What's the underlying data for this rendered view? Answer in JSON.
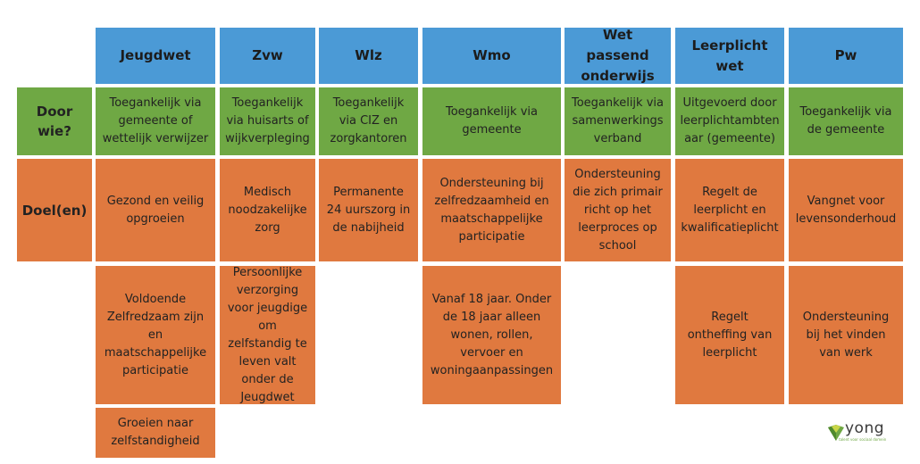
{
  "headers": [
    "Jeugdwet",
    "Zvw",
    "Wlz",
    "Wmo",
    "Wet passend onderwijs",
    "Leerplicht wet",
    "Pw"
  ],
  "row_labels": {
    "door_wie": "Door wie?",
    "doelen": "Doel(en)"
  },
  "door_wie": [
    "Toegankelijk via gemeente of wettelijk verwijzer",
    "Toegankelijk via huisarts of wijkverpleging",
    "Toegankelijk via CIZ en zorgkantoren",
    "Toegankelijk via gemeente",
    "Toegankelijk via samenwerkings verband",
    "Uitgevoerd door leerplichtambten aar (gemeente)",
    "Toegankelijk via de gemeente"
  ],
  "doelen_1": [
    "Gezond en veilig opgroeien",
    "Medisch noodzakelijke zorg",
    "Permanente 24 uurszorg in de nabijheid",
    "Ondersteuning bij zelfredzaamheid en maatschappelijke participatie",
    "Ondersteuning die zich primair richt op het leerproces op school",
    "Regelt de leerplicht en kwalificatieplicht",
    "Vangnet voor levensonderhoud"
  ],
  "doelen_2": {
    "jeugdwet": "Voldoende Zelfredzaam zijn en maatschappelijke participatie",
    "zvw": "Persoonlijke verzorging voor jeugdige om zelfstandig te leven valt onder de Jeugdwet",
    "wmo": "Vanaf 18 jaar. Onder de 18 jaar alleen wonen, rollen, vervoer en woningaanpassingen",
    "leerplicht": "Regelt ontheffing van leerplicht",
    "pw": "Ondersteuning bij het vinden van werk"
  },
  "doelen_3": {
    "jeugdwet": "Groeien naar zelfstandigheid"
  },
  "logo": {
    "name": "yong",
    "tagline": "talent voor sociaal domein"
  },
  "colors": {
    "header": "#4b9ad6",
    "access": "#6fa844",
    "goal": "#e0793f"
  }
}
